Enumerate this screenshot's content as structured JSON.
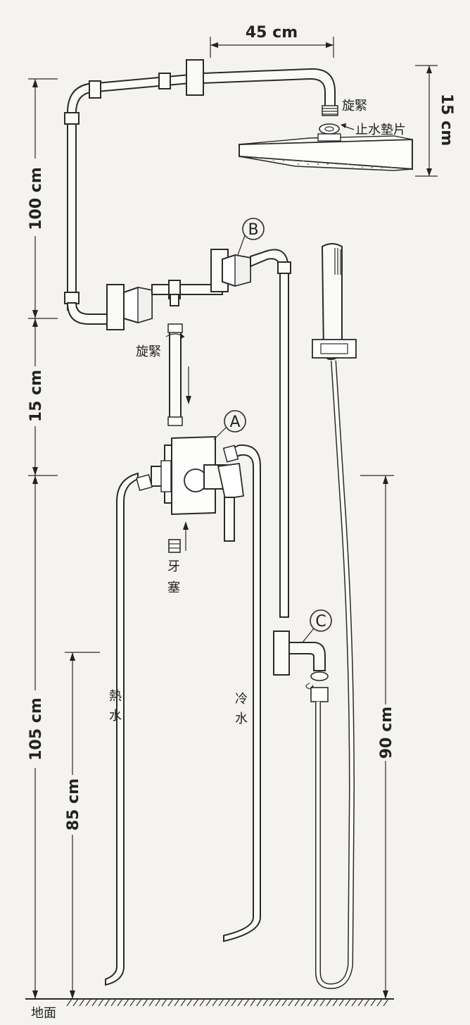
{
  "dimensions": {
    "top_width": "45 cm",
    "head_drop": "15 cm",
    "upper_height": "100 cm",
    "middle_height": "15 cm",
    "lower_height": "105 cm",
    "inlet_height": "85 cm",
    "handheld_height": "90 cm"
  },
  "labels": {
    "tighten_top": "旋緊",
    "washer": "止水墊片",
    "tighten_mid": "旋緊",
    "plug_1": "牙",
    "plug_2": "塞",
    "hot_1": "熱",
    "hot_2": "水",
    "cold_1": "冷",
    "cold_2": "水",
    "ground": "地面"
  },
  "callouts": {
    "a": "A",
    "b": "B",
    "c": "C"
  }
}
